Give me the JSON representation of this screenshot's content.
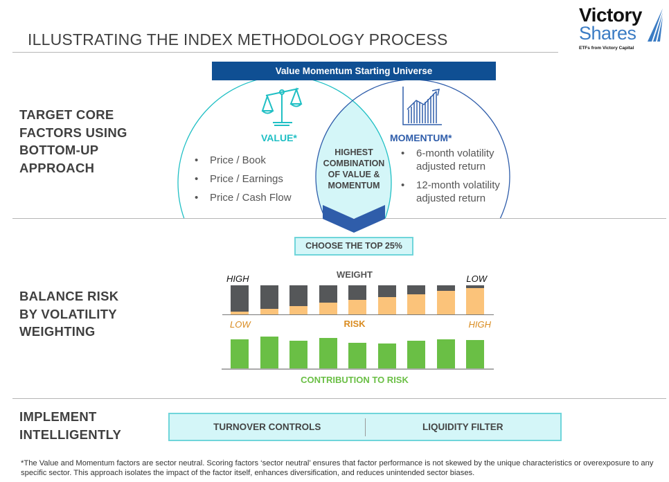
{
  "title": "ILLUSTRATING THE INDEX METHODOLOGY PROCESS",
  "logo": {
    "line1": "Victory",
    "line2": "Shares",
    "tagline": "ETFs from Victory Capital"
  },
  "sections": {
    "s1": [
      "TARGET CORE",
      "FACTORS USING",
      "BOTTOM-UP",
      "APPROACH"
    ],
    "s2": [
      "BALANCE RISK",
      "BY VOLATILITY",
      "WEIGHTING"
    ],
    "s3": [
      "IMPLEMENT",
      "INTELLIGENTLY"
    ]
  },
  "banner": "Value Momentum Starting Universe",
  "value": {
    "label": "VALUE*",
    "items": [
      "Price / Book",
      "Price / Earnings",
      "Price / Cash Flow"
    ],
    "color": "#1fbfc4"
  },
  "momentum": {
    "label": "MOMENTUM*",
    "items": [
      "6-month volatility adjusted return",
      "12-month volatility adjusted return"
    ],
    "color": "#2f5daa"
  },
  "overlap": [
    "HIGHEST",
    "COMBINATION",
    "OF VALUE &",
    "MOMENTUM"
  ],
  "choose": "CHOOSE THE TOP 25%",
  "chart_data": {
    "type": "bar",
    "weight_label": "WEIGHT",
    "weight_high": "HIGH",
    "weight_low": "LOW",
    "risk_label": "RISK",
    "risk_low": "LOW",
    "risk_high": "HIGH",
    "contribution_label": "CONTRIBUTION TO RISK",
    "risk_fraction": [
      0.09,
      0.19,
      0.29,
      0.4,
      0.5,
      0.59,
      0.7,
      0.8,
      0.9
    ],
    "contribution": [
      126,
      138,
      120,
      133,
      112,
      107,
      120,
      126,
      122
    ],
    "colors": {
      "weight": "#555759",
      "risk": "#fbc37a",
      "contribution": "#6abf45"
    }
  },
  "implement": {
    "left": "TURNOVER CONTROLS",
    "right": "LIQUIDITY FILTER"
  },
  "footnote": "*The Value and Momentum factors are sector neutral. Scoring factors ‘sector neutral’ ensures that factor performance is not skewed by the unique characteristics or overexposure to any specific sector. This approach isolates the impact of the factor itself, enhances diversification, and reduces unintended sector biases."
}
